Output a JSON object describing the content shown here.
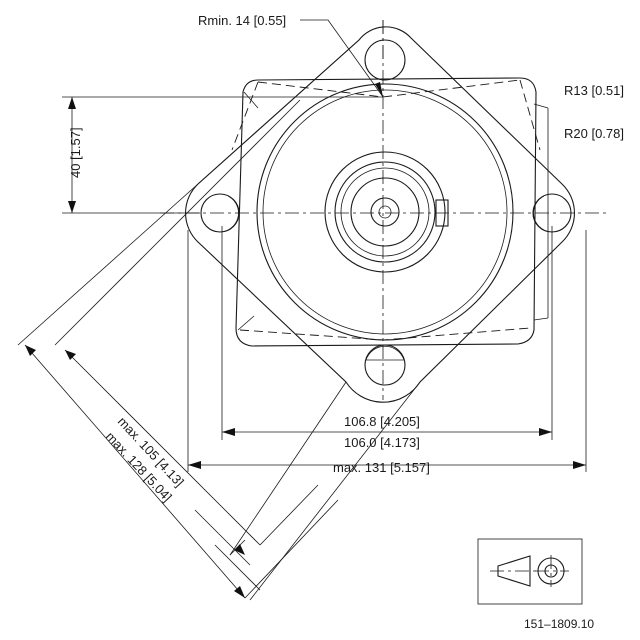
{
  "dimensions": {
    "rmin": "Rmin. 14 [0.55]",
    "r13": "R13 [0.51]",
    "r20": "R20 [0.78]",
    "height_40": "40 [1.57]",
    "width_upper": "106.8 [4.205]",
    "width_lower": "106.0 [4.173]",
    "max_131": "max. 131 [5.157]",
    "max_105": "max. 105 [4.13]",
    "max_128": "max. 128 [5.04]"
  },
  "drawing_number": "151–1809.10"
}
